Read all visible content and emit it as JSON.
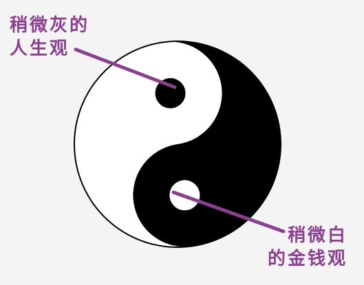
{
  "colors": {
    "background": "#f4f4f4",
    "yin": "#000000",
    "yang": "#ffffff",
    "outline": "#000000",
    "annotation": "#8b3f8f"
  },
  "annotations": {
    "top": {
      "lines": [
        "稍微灰的",
        "人生观"
      ]
    },
    "bottom": {
      "lines": [
        "稍微白",
        "的金钱观"
      ]
    }
  },
  "symbol": {
    "name": "yin-yang-symbol",
    "parts": [
      "yin-half-icon",
      "yang-half-icon",
      "black-dot-icon",
      "white-dot-icon"
    ]
  }
}
